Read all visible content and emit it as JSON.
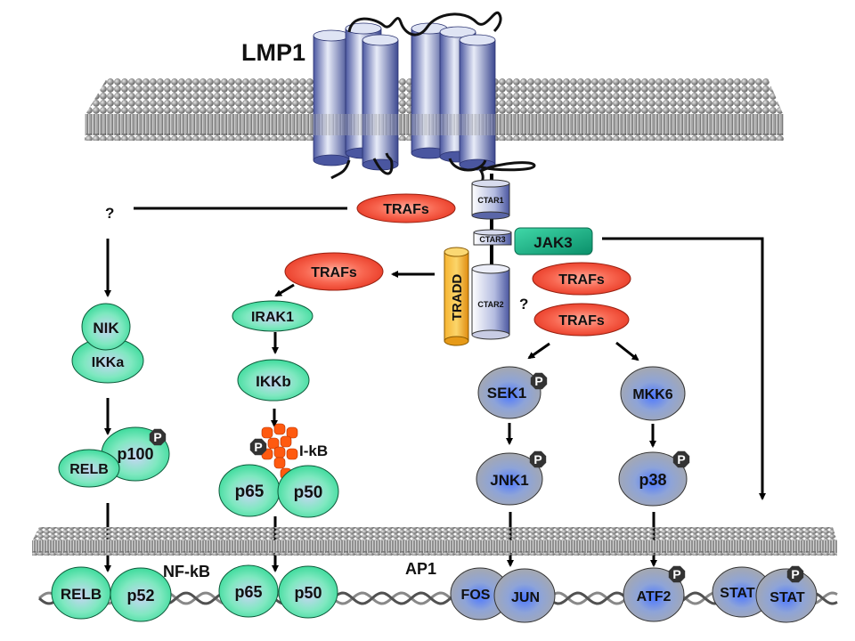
{
  "title": "LMP1",
  "colors": {
    "green": "#33dd99",
    "green_center": "#bcd6f0",
    "grey": "#a8a8a8",
    "grey_center": "#5577ff",
    "red": "#ee3322",
    "red_center": "#ff9a88",
    "jak3": "#16a882",
    "tradd": "#f2a21c",
    "ctar": "#5a66a8",
    "lipid": "#8c8c8c",
    "phospho": "#333333"
  },
  "membrane_protein": {
    "ctar_domains": [
      "CTAR1",
      "CTAR3",
      "CTAR2"
    ],
    "adaptor": "TRADD",
    "kinase": "JAK3"
  },
  "traf_nodes": {
    "ctar1": "TRAFs",
    "tradd_branch": "TRAFs",
    "ctar2_upper": "TRAFs",
    "ctar2_lower": "TRAFs"
  },
  "question_marks": {
    "unknown_upstream": "?",
    "ctar2_link": "?"
  },
  "noncanonical": {
    "nik": "NIK",
    "ikka": "IKKa",
    "relb": "RELB",
    "p100": "p100"
  },
  "canonical": {
    "irak1": "IRAK1",
    "ikkb": "IKKb",
    "ikb": "I-kB",
    "p65": "p65",
    "p50": "p50"
  },
  "mapk": {
    "sek1": "SEK1",
    "jnk1": "JNK1",
    "mkk6": "MKK6",
    "p38": "p38"
  },
  "phospho_label": "P",
  "nucleus": {
    "nfkb_label": "NF-kB",
    "ap1_label": "AP1",
    "complexes": {
      "relb": "RELB",
      "p52": "p52",
      "p65": "p65",
      "p50": "p50",
      "fos": "FOS",
      "jun": "JUN",
      "atf2": "ATF2",
      "stat1": "STAT",
      "stat2": "STAT"
    }
  }
}
